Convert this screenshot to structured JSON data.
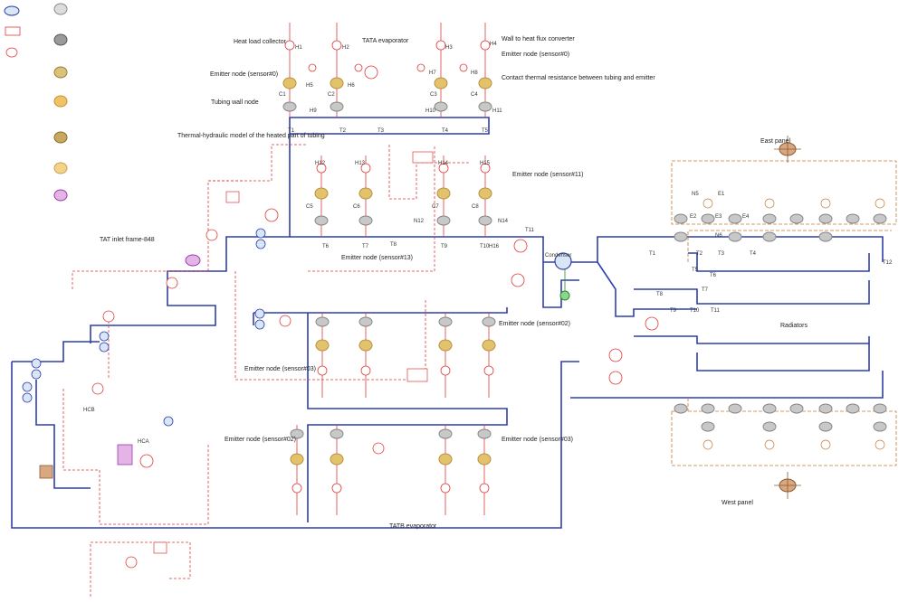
{
  "legend": [
    {
      "icon": "blue-node-icon",
      "label": ""
    },
    {
      "icon": "grey-node-icon",
      "label": ""
    },
    {
      "icon": "dark-grey-node-icon",
      "label": ""
    },
    {
      "icon": "olive-node-icon",
      "label": ""
    },
    {
      "icon": "orange-node-icon",
      "label": ""
    },
    {
      "icon": "olive-node-icon",
      "label": ""
    },
    {
      "icon": "light-orange-node-icon",
      "label": ""
    },
    {
      "icon": "purple-node-icon",
      "label": ""
    }
  ],
  "annotations": {
    "heat_load_collector": "Heat load collector",
    "evaporator_a": "TATA evaporator",
    "wall_to_heat_flux": "Wall to heat flux converter",
    "emitter_node_a": "Emitter node (sensor#0)",
    "emitter_node_b": "Emitter node (sensor#0)",
    "contact_resistance": "Contact thermal resistance between tubing and emitter",
    "tubing_wall_node": "Tubing wall node",
    "thermal_hydraulic": "Thermal-hydraulic model of the heated part of tubing",
    "emitter_node_c": "Emitter node (sensor#11)",
    "emitter_node_d": "Emitter node (sensor#13)",
    "emitter_node_e": "Emitter node (sensor#02)",
    "emitter_node_f": "Emitter node (sensor#03)",
    "emitter_node_g": "Emitter node (sensor#02)",
    "emitter_node_h": "Emitter node (sensor#03)",
    "tat_inlet": "TAT inlet frame-848",
    "condenser": "Condenser",
    "east_panel": "East panel",
    "west_panel": "West panel",
    "radiators": "Radiators",
    "evaporator_b": "TATB evaporator",
    "hcb": "HCB",
    "hca": "HCA"
  },
  "tags": {
    "h1": "H1",
    "h2": "H2",
    "h3": "H3",
    "h4": "H4",
    "h5": "H5",
    "h6": "H6",
    "h7": "H7",
    "h8": "H8",
    "h9": "H9",
    "h10": "H10",
    "h11": "H11",
    "h12": "H12",
    "h13": "H13",
    "h14": "H14",
    "h15": "H15",
    "h16": "H16",
    "c1": "C1",
    "c2": "C2",
    "c3": "C3",
    "c4": "C4",
    "c5": "C5",
    "c6": "C6",
    "c7": "C7",
    "c8": "C8",
    "t1": "T1",
    "t2": "T2",
    "t3": "T3",
    "t4": "T4",
    "t5": "T5",
    "t6": "T6",
    "t7": "T7",
    "t8": "T8",
    "t9": "T9",
    "t10": "T10",
    "t11": "T11",
    "n5": "N5",
    "n6": "N6",
    "n12": "N12",
    "n14": "N14",
    "e1": "E1",
    "e2": "E2",
    "e3": "E3",
    "e4": "E4",
    "tr1": "T1",
    "tr2": "T2",
    "tr3": "T3",
    "tr4": "T4",
    "tr5": "T5",
    "tr6": "T6",
    "tr7": "T7",
    "tr8": "T8",
    "tr9": "T9",
    "tr10": "T10",
    "tr11": "T11",
    "tr12": "T12"
  },
  "colors": {
    "loop": "#2f3fa8",
    "heat": "#e03a3a",
    "panel": "#c27a3a",
    "grey_node": "#b8b8b8",
    "emitter": "#e2c26a",
    "valve": "#cfd8e6",
    "purple": "#b65ab8"
  }
}
